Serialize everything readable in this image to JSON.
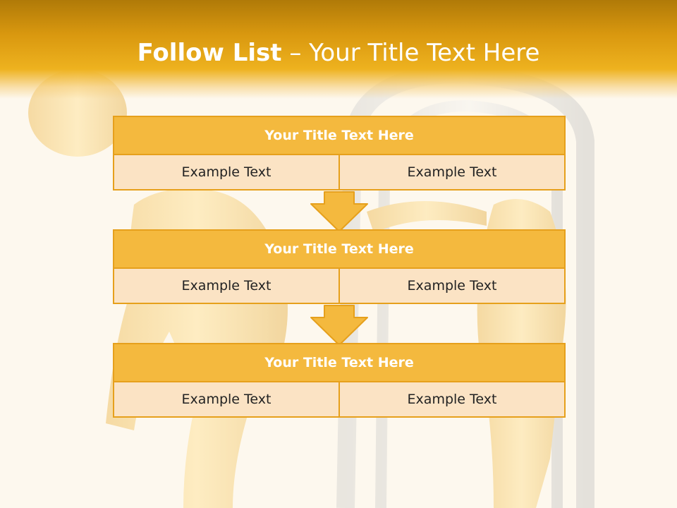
{
  "slide": {
    "title_bold": "Follow List",
    "title_rest": " – Your Title Text Here"
  },
  "steps": [
    {
      "title": "Your Title Text Here",
      "left": "Example Text",
      "right": "Example Text"
    },
    {
      "title": "Your Title Text Here",
      "left": "Example Text",
      "right": "Example Text"
    },
    {
      "title": "Your Title Text Here",
      "left": "Example Text",
      "right": "Example Text"
    }
  ],
  "colors": {
    "header": "#d9980f",
    "box_title": "#f4b93e",
    "box_cell": "#fbe3c4",
    "border": "#e6a01c",
    "arrow": "#f4b93e"
  }
}
